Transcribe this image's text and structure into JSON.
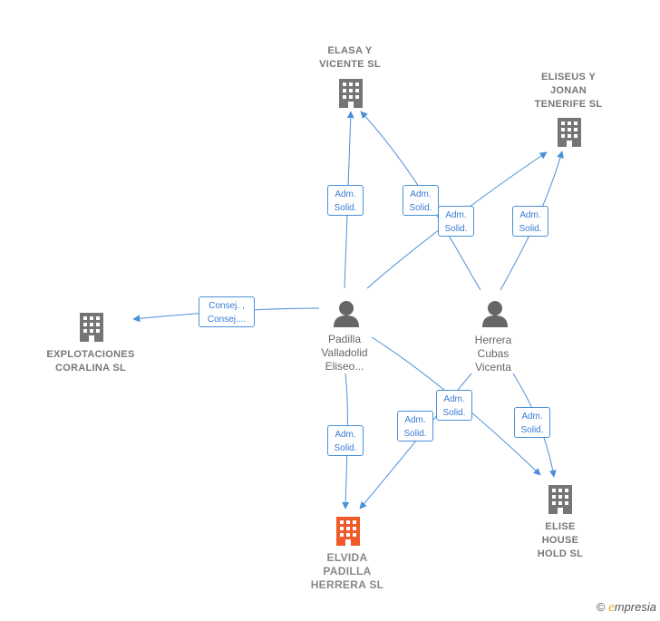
{
  "colors": {
    "edge": "#4a90d9",
    "company_icon": "#757575",
    "main_company_icon": "#f05a28",
    "person_icon": "#666666"
  },
  "companies": {
    "elasa": {
      "line1": "ELASA Y",
      "line2": "VICENTE  SL",
      "icon": "building-icon"
    },
    "eliseus": {
      "line1": "ELISEUS Y",
      "line2": "JONAN",
      "line3": "TENERIFE  SL",
      "icon": "building-icon"
    },
    "explotaciones": {
      "line1": "EXPLOTACIONES",
      "line2": "CORALINA SL",
      "icon": "building-icon"
    },
    "elvida": {
      "line1": "ELVIDA",
      "line2": "PADILLA",
      "line3": "HERRERA  SL",
      "icon": "building-icon",
      "highlight": true
    },
    "elise": {
      "line1": "ELISE",
      "line2": "HOUSE",
      "line3": "HOLD  SL",
      "icon": "building-icon"
    }
  },
  "persons": {
    "padilla": {
      "line1": "Padilla",
      "line2": "Valladolid",
      "line3": "Eliseo...",
      "icon": "person-icon"
    },
    "herrera": {
      "line1": "Herrera",
      "line2": "Cubas",
      "line3": "Vicenta",
      "icon": "person-icon"
    }
  },
  "edges": {
    "padilla_elasa": {
      "line1": "Adm.",
      "line2": "Solid."
    },
    "herrera_elasa": {
      "line1": "Adm.",
      "line2": "Solid."
    },
    "padilla_eliseus": {
      "line1": "Adm.",
      "line2": "Solid."
    },
    "herrera_eliseus": {
      "line1": "Adm.",
      "line2": "Solid."
    },
    "padilla_explotaciones": {
      "line1": "Consej. ,",
      "line2": "Consej...."
    },
    "padilla_elvida": {
      "line1": "Adm.",
      "line2": "Solid."
    },
    "herrera_elvida": {
      "line1": "Adm.",
      "line2": "Solid."
    },
    "padilla_elise": {
      "line1": "Adm.",
      "line2": "Solid."
    },
    "herrera_elise": {
      "line1": "Adm.",
      "line2": "Solid."
    }
  },
  "watermark": {
    "copyright": "©",
    "brand_initial": "e",
    "brand_rest": "mpresia"
  }
}
